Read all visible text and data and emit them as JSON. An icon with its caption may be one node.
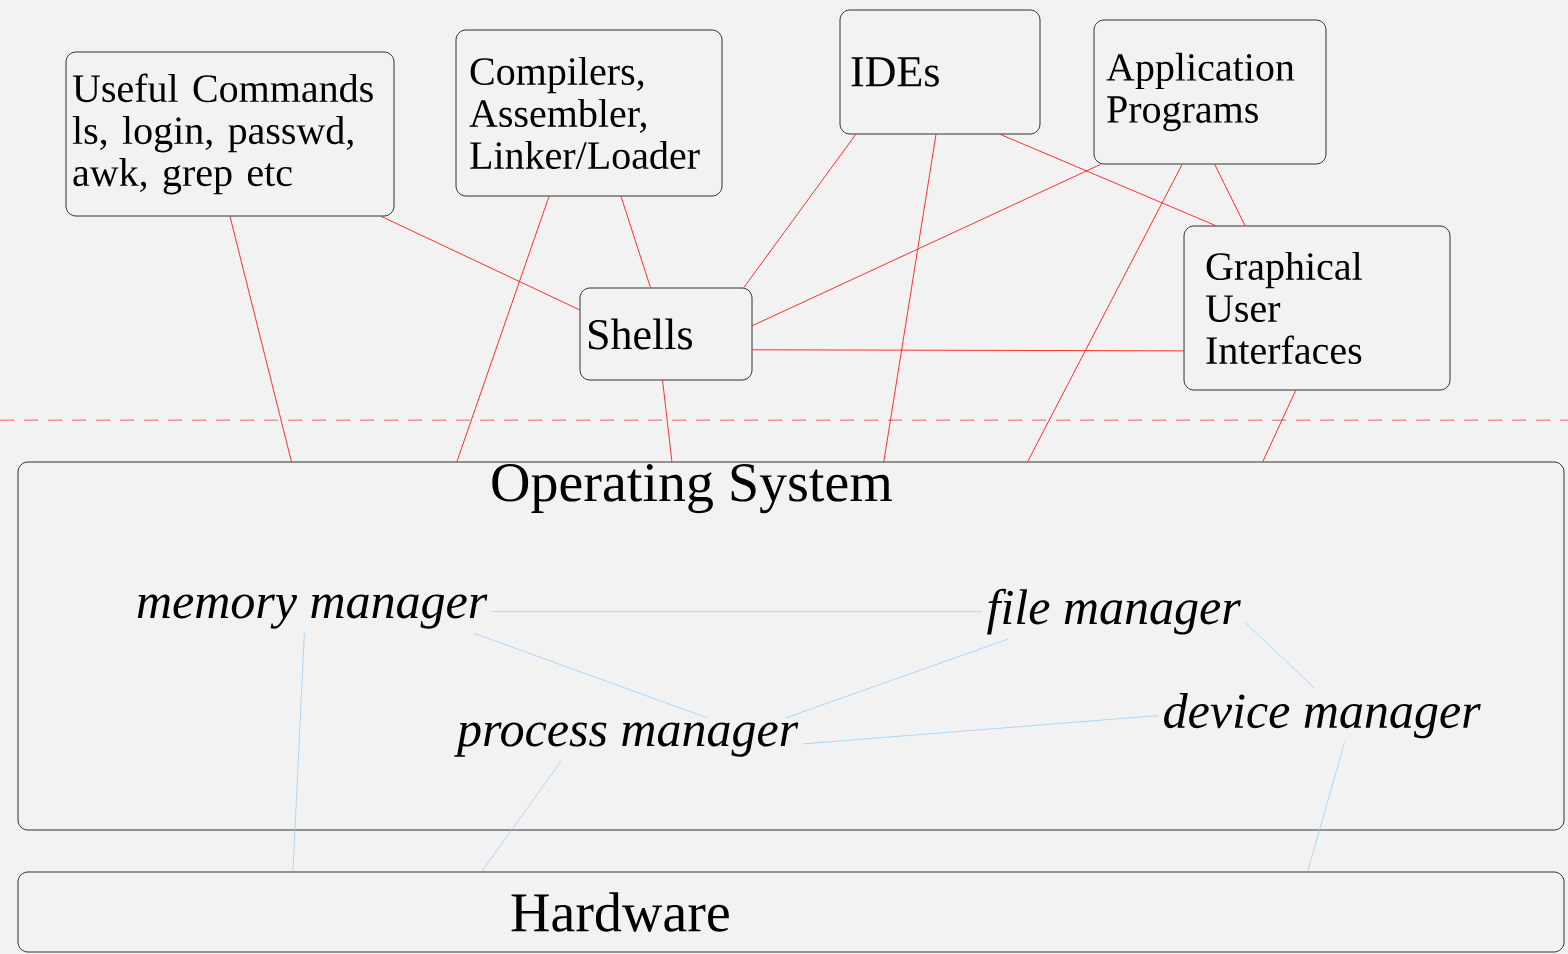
{
  "diagram": {
    "nodes": [
      {
        "text": [
          "Useful Commands",
          "ls, login, passwd, awk, grep etc"
        ]
      },
      {
        "text": [
          "Compilers, Assembler, Linker/Loader"
        ]
      },
      {
        "text": [
          "IDEs"
        ]
      },
      {
        "text": [
          "Application Programs"
        ]
      },
      {
        "text": [
          "Shells"
        ]
      },
      {
        "text": [
          "Graphical User Interfaces"
        ]
      },
      {
        "text": [
          "Operating System"
        ]
      },
      {
        "text": [
          "memory manager"
        ],
        "in": 6
      },
      {
        "text": [
          "file manager"
        ],
        "in": 6
      },
      {
        "text": [
          "process manager"
        ],
        "in": 6
      },
      {
        "text": [
          "device manager"
        ],
        "in": 6
      },
      {
        "text": [
          "Hardware"
        ]
      }
    ],
    "edges": [
      {
        "from": 0,
        "to": 4,
        "arrow": "none"
      },
      {
        "from": 0,
        "to": 6,
        "arrow": "none"
      },
      {
        "from": 1,
        "to": 4,
        "arrow": "none"
      },
      {
        "from": 1,
        "to": 6,
        "arrow": "none"
      },
      {
        "from": 2,
        "to": 4,
        "arrow": "none"
      },
      {
        "from": 2,
        "to": 6,
        "arrow": "none"
      },
      {
        "from": 2,
        "to": 5,
        "arrow": "none"
      },
      {
        "from": 3,
        "to": 4,
        "arrow": "none"
      },
      {
        "from": 3,
        "to": 6,
        "arrow": "none"
      },
      {
        "from": 3,
        "to": 5,
        "arrow": "none"
      },
      {
        "from": 4,
        "to": 6,
        "arrow": "none"
      },
      {
        "from": 4,
        "to": 5,
        "arrow": "none"
      },
      {
        "from": 5,
        "to": 6,
        "arrow": "none"
      },
      {
        "from": 7,
        "to": 8,
        "arrow": "none",
        "color": "#99d0f5"
      },
      {
        "from": 7,
        "to": 9,
        "arrow": "none",
        "color": "#99d0f5"
      },
      {
        "from": 8,
        "to": 9,
        "arrow": "none",
        "color": "#99d0f5"
      },
      {
        "from": 8,
        "to": 10,
        "arrow": "none",
        "color": "#99d0f5"
      },
      {
        "from": 9,
        "to": 10,
        "arrow": "none",
        "color": "#99d0f5"
      },
      {
        "from": 7,
        "to": 11,
        "arrow": "none",
        "color": "#99d0f5"
      },
      {
        "from": 9,
        "to": 11,
        "arrow": "none",
        "color": "#99d0f5"
      },
      {
        "from": 10,
        "to": 11,
        "arrow": "none",
        "color": "#99d0f5"
      }
    ]
  }
}
